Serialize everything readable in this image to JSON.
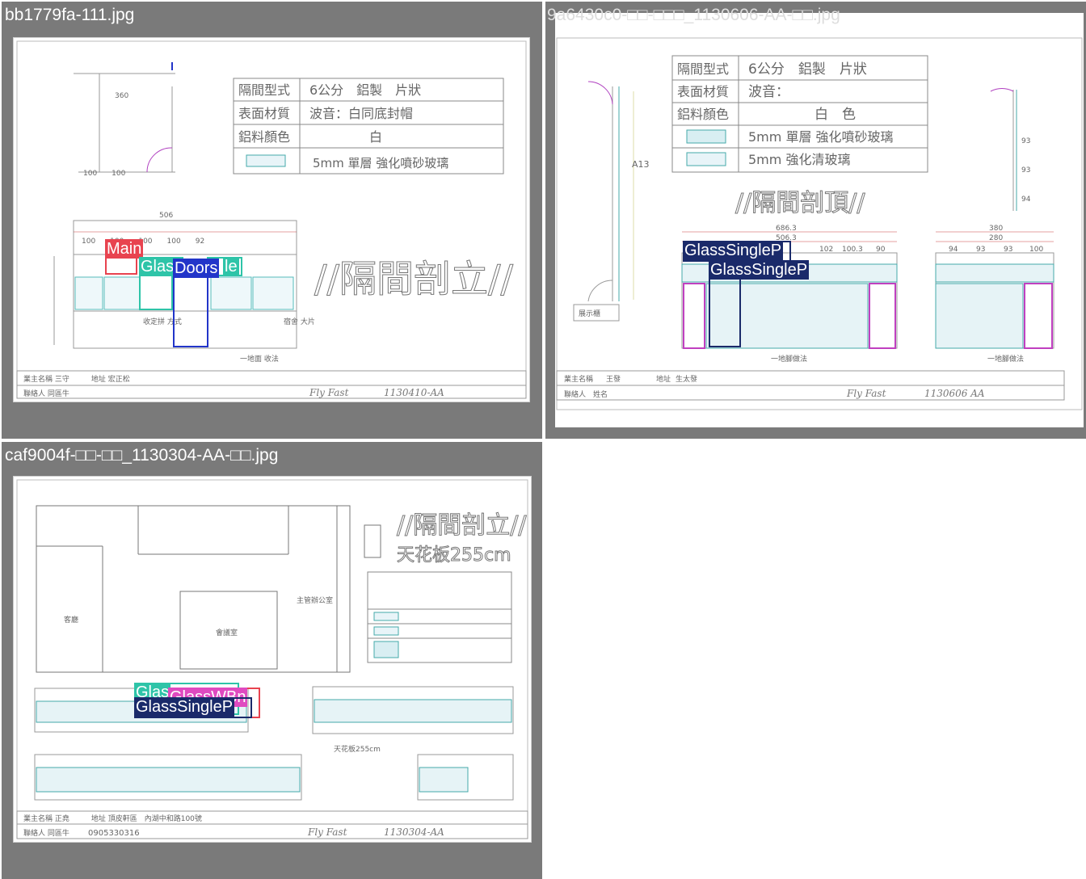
{
  "tiles": [
    {
      "title": "bb1779fa-111.jpg",
      "legend": {
        "rows": [
          "隔間型式",
          "表面材質",
          "鋁料顏色"
        ],
        "values": [
          "6公分　鋁製　片狀",
          "波音：白同底封帽",
          "白"
        ],
        "glass": "5mm 單層 強化噴砂玻璃"
      },
      "heading": "//隔間剖立//",
      "titleblock": {
        "signed": "Fly Fast",
        "code": "1130410-AA"
      },
      "detections": [
        {
          "label": "Main",
          "color": "#e8434f"
        },
        {
          "label": "Glass",
          "color": "#2ec4a8"
        },
        {
          "label": "Doors",
          "color": "#2235c9"
        },
        {
          "label": "le",
          "color": "#2ec4a8"
        }
      ]
    },
    {
      "title": "9a6430c0-□□-□□□_1130606-AA-□□.jpg",
      "legend": {
        "rows": [
          "隔間型式",
          "表面材質",
          "鋁料顏色"
        ],
        "values": [
          "6公分　鋁製　片狀",
          "波音：",
          "白　色"
        ],
        "glass": [
          "5mm 單層 強化噴砂玻璃",
          "5mm 強化清玻璃"
        ]
      },
      "heading": "//隔間剖頂//",
      "dims_left": [
        "686.3",
        "506.3",
        "102",
        "100.3",
        "90"
      ],
      "dims_right": [
        "380",
        "280",
        "94",
        "93",
        "93",
        "100"
      ],
      "titleblock": {
        "project": "王發",
        "address": "生太發",
        "owner": "姓名",
        "signed": "Fly Fast",
        "code": "1130606 AA"
      },
      "detections": [
        {
          "label": "GlassSingleP",
          "color": "#1a2a6a"
        },
        {
          "label": "GlassSingleP",
          "color": "#1a2a6a"
        }
      ]
    },
    {
      "title": "caf9004f-□□-□□_1130304-AA-□□.jpg",
      "heading": "//隔間剖立//",
      "subheading": "天花板255cm",
      "titleblock": {
        "signed": "Fly Fast",
        "code": "1130304-AA",
        "phone": "0905330316"
      },
      "detections": [
        {
          "label": "Glas",
          "color": "#2ec4a8"
        },
        {
          "label": "GlassWBn",
          "color": "#e8434f"
        },
        {
          "label": "GlassSingleP",
          "color": "#1a2a6a"
        }
      ]
    }
  ]
}
